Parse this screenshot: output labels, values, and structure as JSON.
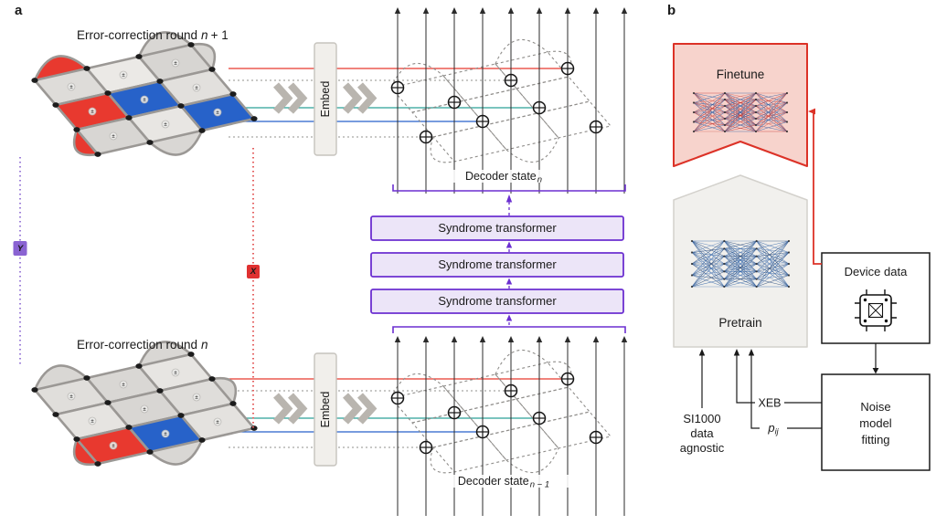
{
  "figure": {
    "panel_a_label": "a",
    "panel_b_label": "b"
  },
  "panel_a": {
    "round_label_prefix": "Error-correction round",
    "round_top_var": "n",
    "round_top_suffix": "+ 1",
    "round_bottom_var": "n",
    "embed_label": "Embed",
    "decoder_state_label": "Decoder state",
    "decoder_state_top_sub": "n",
    "decoder_state_bottom_sub": "n − 1",
    "transformers": [
      "Syndrome transformer",
      "Syndrome transformer",
      "Syndrome transformer"
    ],
    "pauli_y": "Y",
    "pauli_x": "X"
  },
  "panel_b": {
    "finetune_label": "Finetune",
    "pretrain_label": "Pretrain",
    "device_data_label": "Device data",
    "noise_model_lines": [
      "Noise",
      "model",
      "fitting"
    ],
    "si1000_lines": [
      "SI1000",
      "data",
      "agnostic"
    ],
    "xeb_label": "XEB",
    "pij_base": "p",
    "pij_sub": "ij"
  },
  "glyphs": {
    "plus_minus": "±"
  },
  "colors": {
    "stabilizer_red": "#e8392f",
    "stabilizer_blue": "#2762c9",
    "transformer_purple": "#6b2fd0",
    "finetune_red": "#dc3227",
    "pauli_y_purple": "#8a63d2",
    "pauli_x_red": "#e03131",
    "teal_line": "#2aa198"
  }
}
